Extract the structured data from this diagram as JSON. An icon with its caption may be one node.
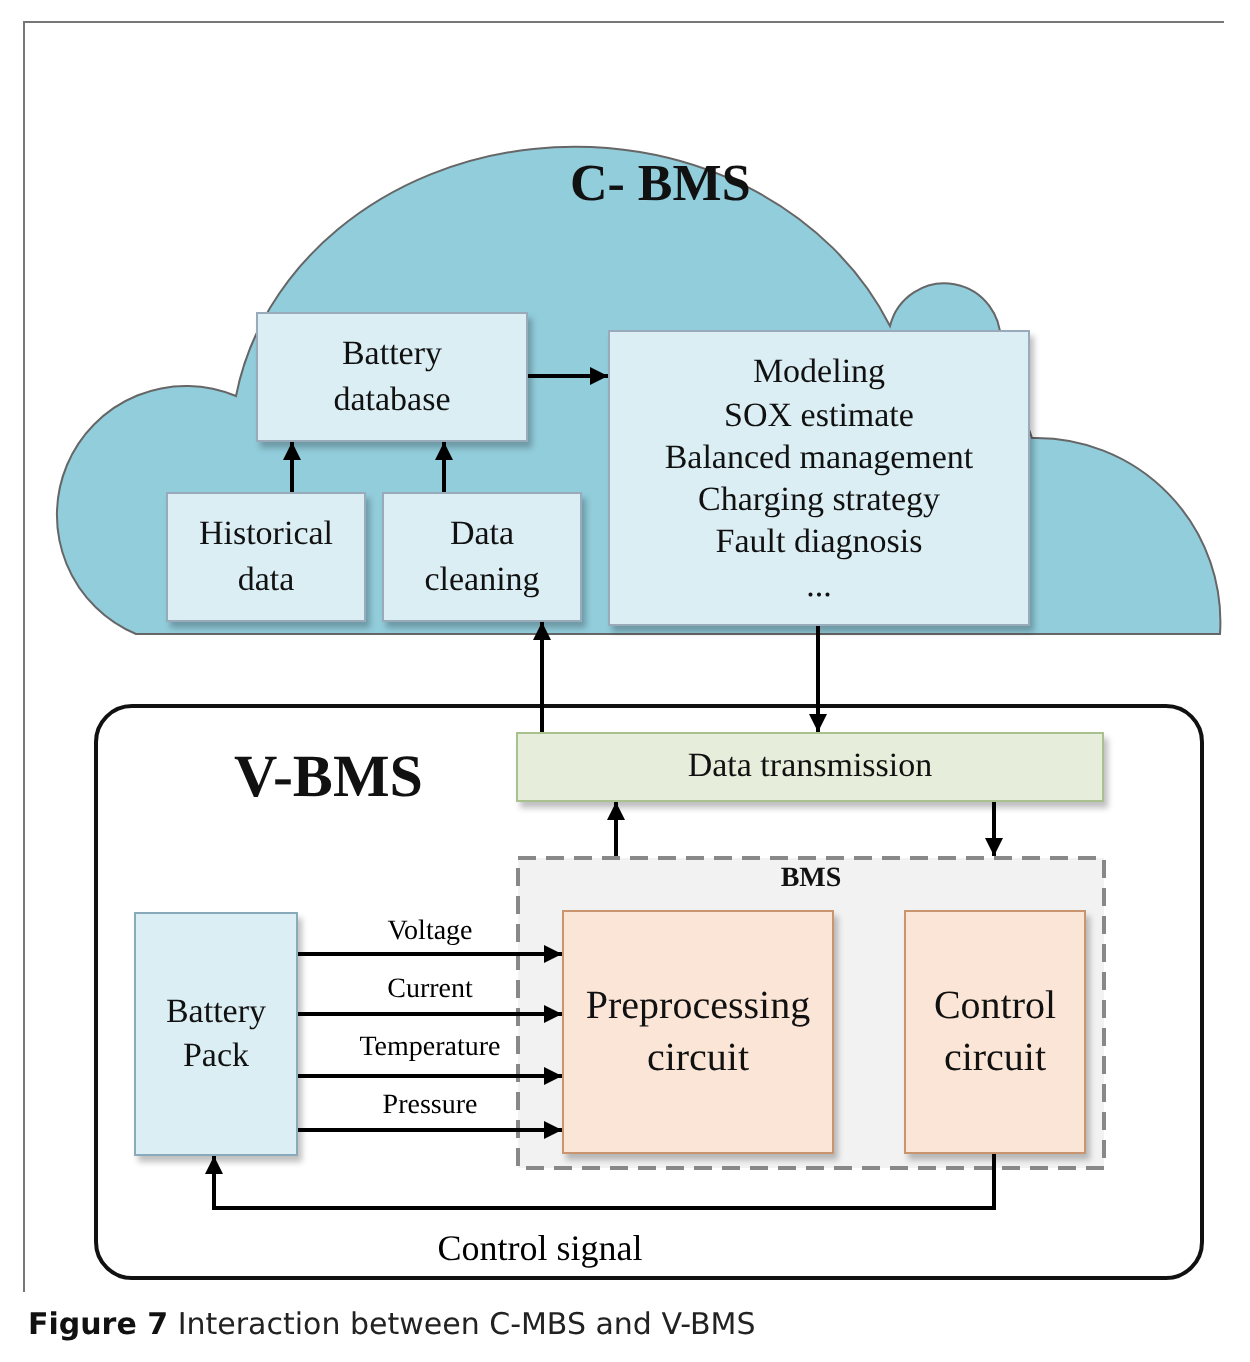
{
  "diagram": {
    "caption": "**Figure 7** Interaction between C-MBS and V-BMS",
    "nodes": [
      {
        "text": [
          "C- BMS"
        ]
      },
      {
        "text": [
          "Battery database"
        ],
        "in": 0
      },
      {
        "text": [
          "Modeling",
          "SOX estimate",
          "Balanced management",
          "Charging strategy",
          "Fault diagnosis",
          "..."
        ],
        "in": 0
      },
      {
        "text": [
          "Historical data"
        ],
        "in": 0
      },
      {
        "text": [
          "Data cleaning"
        ],
        "in": 0
      },
      {
        "text": [
          "V-BMS"
        ]
      },
      {
        "text": [
          "Data transmission"
        ],
        "in": 5
      },
      {
        "text": [
          "BMS"
        ],
        "in": 5
      },
      {
        "text": [
          "Battery Pack"
        ],
        "in": 5
      },
      {
        "text": [
          "Preprocessing circuit"
        ],
        "in": 7
      },
      {
        "text": [
          "Control circuit"
        ],
        "in": 7
      }
    ],
    "edges": [
      {
        "from": 3,
        "to": 1,
        "arrow": "to"
      },
      {
        "from": 4,
        "to": 1,
        "arrow": "to"
      },
      {
        "from": 1,
        "to": 2,
        "arrow": "to"
      },
      {
        "from": 6,
        "to": 4,
        "arrow": "to"
      },
      {
        "from": 2,
        "to": 6,
        "arrow": "to"
      },
      {
        "from": 7,
        "to": 6,
        "arrow": "to"
      },
      {
        "from": 6,
        "to": 7,
        "arrow": "to"
      },
      {
        "from": 8,
        "to": 9,
        "arrow": "to",
        "label": "Voltage"
      },
      {
        "from": 8,
        "to": 9,
        "arrow": "to",
        "label": "Current"
      },
      {
        "from": 8,
        "to": 9,
        "arrow": "to",
        "label": "Temperature"
      },
      {
        "from": 8,
        "to": 9,
        "arrow": "to",
        "label": "Pressure"
      },
      {
        "from": 10,
        "to": 8,
        "arrow": "to",
        "label": "Control signal"
      }
    ]
  }
}
